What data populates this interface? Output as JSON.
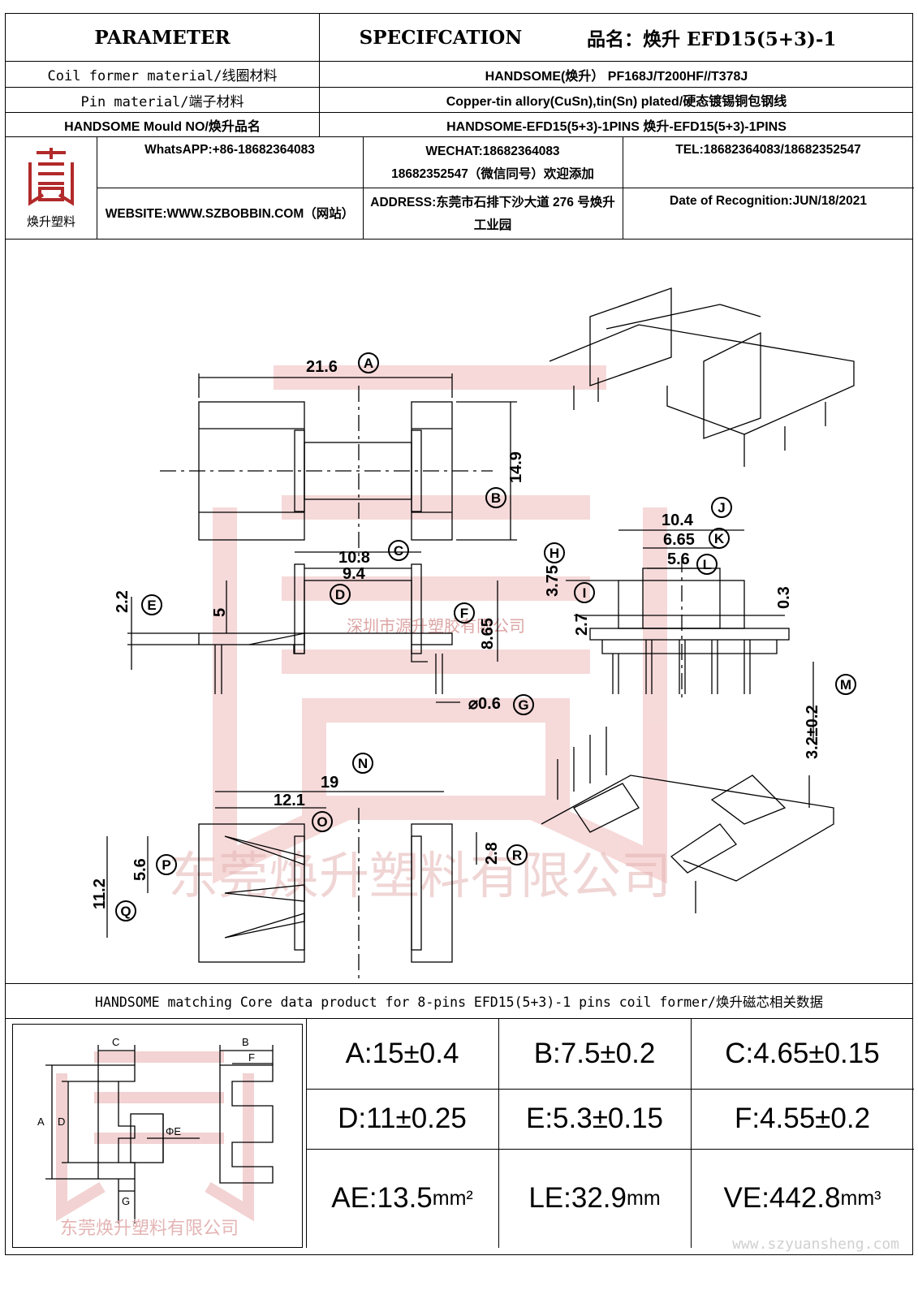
{
  "header": {
    "parameter": "PARAMETER",
    "specification": "SPECIFCATION",
    "product_name": "品名：焕升 EFD15(5+3)-1"
  },
  "rows": [
    {
      "label": "Coil former material/线圈材料",
      "value": "HANDSOME(焕升）   PF168J/T200HF//T378J"
    },
    {
      "label": "Pin material/端子材料",
      "value": "Copper-tin allory(CuSn),tin(Sn) plated/硬态镀锡铜包钢线"
    },
    {
      "label": "HANDSOME Mould NO/焕升品名",
      "value": "HANDSOME-EFD15(5+3)-1PINS    焕升-EFD15(5+3)-1PINS"
    }
  ],
  "contact": {
    "logo_text": "焕升塑料",
    "whatsapp": "WhatsAPP:+86-18682364083",
    "wechat_line1": "WECHAT:18682364083",
    "wechat_line2": "18682352547（微信同号）欢迎添加",
    "tel": "TEL:18682364083/18682352547",
    "website": "WEBSITE:WWW.SZBOBBIN.COM（网站）",
    "address": "ADDRESS:东莞市石排下沙大道 276 号焕升工业园",
    "date": "Date of Recognition:JUN/18/2021"
  },
  "drawing": {
    "watermark_mid": "深圳市源升塑胶有限公司",
    "watermark_big": "东莞焕升塑料有限公司",
    "dims": {
      "A": "21.6",
      "B": "14.9",
      "C": "10.8",
      "D": "9.4",
      "E": "2.2",
      "E_inner": "5",
      "F": "8.65",
      "G": "⌀0.6",
      "H": "3.75",
      "I": "2.7",
      "J": "10.4",
      "K": "6.65",
      "L": "5.6",
      "L_side": "0.3",
      "M": "3.2±0.2",
      "N": "19",
      "O": "12.1",
      "P": "5.6",
      "Q": "11.2",
      "R": "2.8"
    },
    "letters": [
      "A",
      "B",
      "C",
      "D",
      "E",
      "F",
      "G",
      "H",
      "I",
      "J",
      "K",
      "L",
      "M",
      "N",
      "O",
      "P",
      "Q",
      "R"
    ]
  },
  "core": {
    "title": "HANDSOME matching Core data  product for 8-pins EFD15(5+3)-1 pins coil former/焕升磁芯相关数据",
    "diagram_labels": [
      "C",
      "B",
      "F",
      "A",
      "D",
      "ΦE",
      "G"
    ],
    "watermark": "东莞焕升塑料有限公司",
    "website_watermark": "www.szyuansheng.com",
    "cells": [
      {
        "label": "A:15±0.4",
        "unit": ""
      },
      {
        "label": "B:7.5±0.2",
        "unit": ""
      },
      {
        "label": "C:4.65±0.15",
        "unit": ""
      },
      {
        "label": "D:11±0.25",
        "unit": ""
      },
      {
        "label": "E:5.3±0.15",
        "unit": ""
      },
      {
        "label": "F:4.55±0.2",
        "unit": ""
      },
      {
        "label": "AE:13.5",
        "unit": "mm²"
      },
      {
        "label": "LE:32.9",
        "unit": "mm"
      },
      {
        "label": "VE:442.8",
        "unit": "mm³"
      }
    ]
  }
}
